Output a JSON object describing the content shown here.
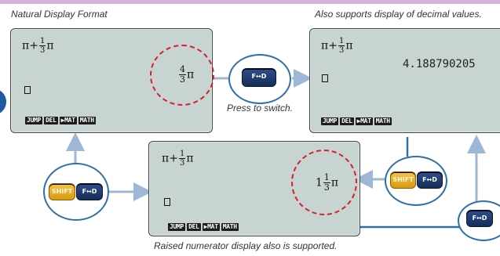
{
  "captions": {
    "natural_display": "Natural Display Format",
    "decimal_support": "Also supports display of decimal values.",
    "press_to_switch": "Press to switch.",
    "raised_numerator": "Raised numerator display also is supported."
  },
  "expression": {
    "pi": "π",
    "plus": "+",
    "frac_num": "1",
    "frac_den": "3",
    "pi_tail": "π"
  },
  "screens": {
    "left": {
      "result_num": "4",
      "result_den": "3",
      "result_pi": "π"
    },
    "right": {
      "decimal": "4.188790205"
    },
    "bottom": {
      "whole": "1",
      "result_num": "1",
      "result_den": "3",
      "result_pi": "π"
    }
  },
  "softkeys": [
    "JUMP",
    "DEL",
    "▶MAT",
    "MATH"
  ],
  "keys": {
    "fd": "F↔D",
    "shift": "SHIFT"
  },
  "colors": {
    "arrow": "#9fb7d6",
    "bubble": "#2f6fa8",
    "dashed_ring": "#d8202a",
    "lcd": "#c7d4d2"
  }
}
